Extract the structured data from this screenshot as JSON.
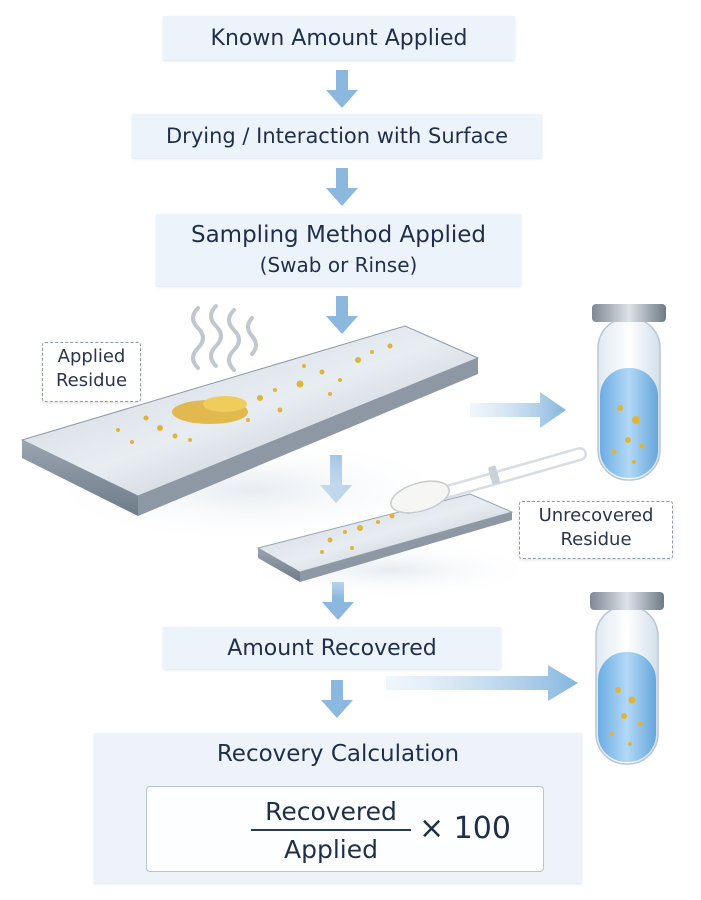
{
  "steps": {
    "known_amount": "Known Amount Applied",
    "drying": "Drying / Interaction with Surface",
    "sampling": "Sampling Method Applied",
    "sampling_sub": "(Swab or Rinse)",
    "recovered": "Amount Recovered"
  },
  "labels": {
    "applied_line1": "Applied",
    "applied_line2": "Residue",
    "unrecovered_line1": "Unrecovered",
    "unrecovered_line2": "Residue"
  },
  "calculation": {
    "title": "Recovery Calculation",
    "numerator": "Recovered",
    "denominator": "Applied",
    "multiplier": "× 100"
  },
  "colors": {
    "arrow": "#8cb8e0",
    "box_fill": "#edf3fb",
    "text": "#1f2f4a",
    "residue": "#e0b43c",
    "liquid": "#7ab6e8"
  },
  "icons": [
    "down-arrow-icon",
    "right-arrow-icon",
    "test-tube-icon",
    "swab-icon",
    "steel-coupon-icon",
    "vapor-icon"
  ]
}
